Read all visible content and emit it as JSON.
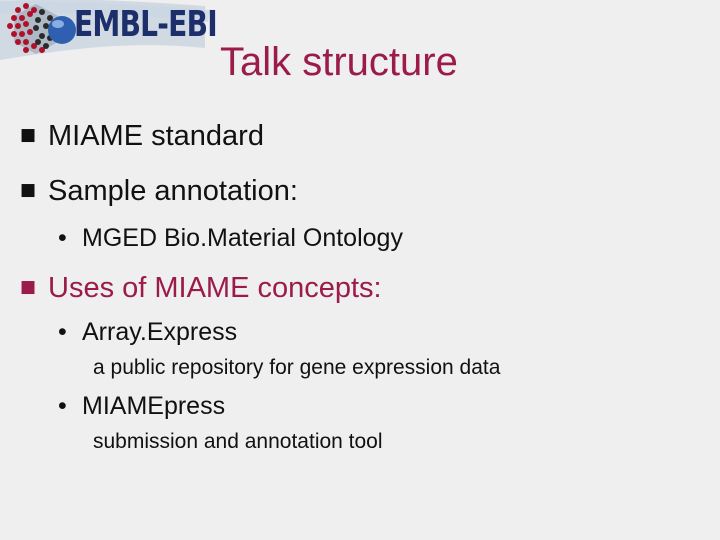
{
  "logo": {
    "text": "EMBL-EBI"
  },
  "slide": {
    "title": "Talk structure",
    "items": [
      {
        "text": "MIAME standard"
      },
      {
        "text": "Sample annotation:",
        "sub": [
          {
            "text": "MGED Bio.Material Ontology"
          }
        ]
      },
      {
        "text": "Uses of MIAME concepts:",
        "sub": [
          {
            "text": "Array.Express",
            "detail": "a public repository for gene expression data"
          },
          {
            "text": "MIAMEpress",
            "detail": "submission and annotation tool"
          }
        ]
      }
    ]
  },
  "colors": {
    "title": "#9b1b4b",
    "text": "#111111",
    "background": "#efefef",
    "logo_text": "#1c2f6b"
  }
}
